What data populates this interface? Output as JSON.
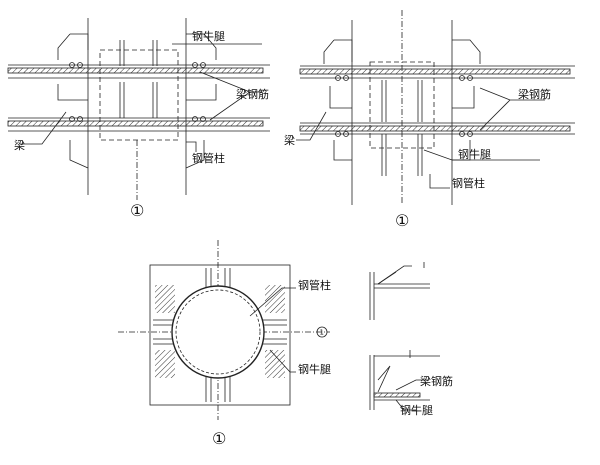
{
  "labels": {
    "steel_corbel": "钢牛腿",
    "beam_rebar": "梁钢筋",
    "beam": "梁",
    "steel_tube_column": "钢管柱"
  },
  "markers": {
    "section_1": "①",
    "axis_1": "1"
  },
  "colors": {
    "line": "#222222",
    "hatch": "#333333",
    "background": "#ffffff"
  }
}
